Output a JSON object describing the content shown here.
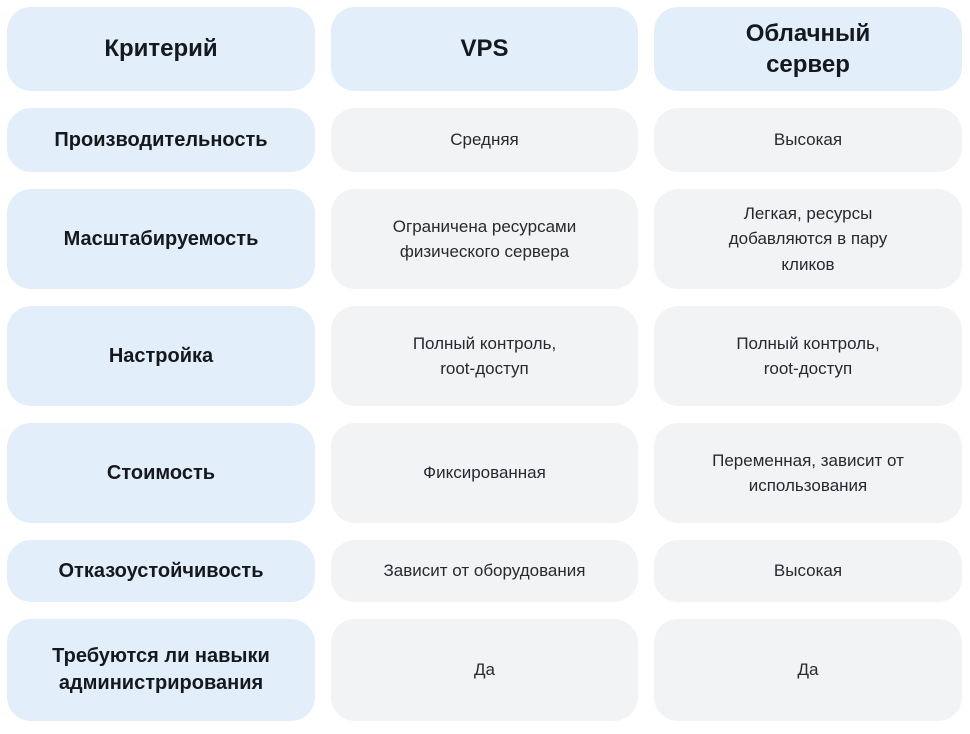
{
  "table": {
    "colors": {
      "page_bg": "#ffffff",
      "criterion_bg": "#e2eefa",
      "value_bg": "#f1f3f5",
      "heading_text": "#15181d",
      "value_text": "#26292e"
    },
    "headers": {
      "criterion": "Критерий",
      "vps": "VPS",
      "cloud": "Облачный\nсервер"
    },
    "rows": [
      {
        "criterion": "Производительность",
        "vps": "Средняя",
        "cloud": "Высокая"
      },
      {
        "criterion": "Масштабируемость",
        "vps": "Ограничена ресурсами\nфизического сервера",
        "cloud": "Легкая, ресурсы\nдобавляются в пару\nкликов"
      },
      {
        "criterion": "Настройка",
        "vps": "Полный контроль,\nroot-доступ",
        "cloud": "Полный контроль,\nroot-доступ"
      },
      {
        "criterion": "Стоимость",
        "vps": "Фиксированная",
        "cloud": "Переменная, зависит от\nиспользования"
      },
      {
        "criterion": "Отказоустойчивость",
        "vps": "Зависит от оборудования",
        "cloud": "Высокая"
      },
      {
        "criterion": "Требуются ли навыки\nадминистрирования",
        "vps": "Да",
        "cloud": "Да"
      }
    ]
  }
}
